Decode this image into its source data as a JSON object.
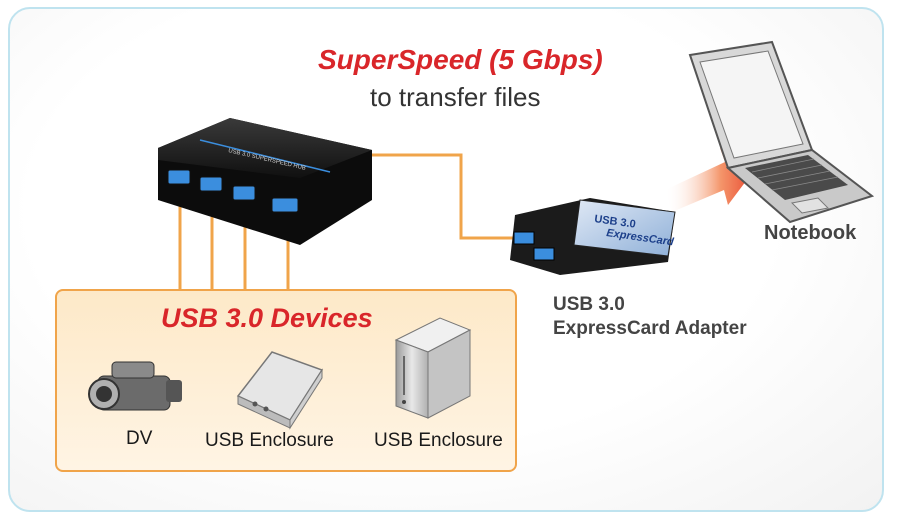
{
  "headline": "SuperSpeed (5 Gbps)",
  "subline": "to transfer files",
  "hub": {
    "label": "USB 3.0 SUPERSPEED HUB"
  },
  "devices_box": {
    "title": "USB 3.0 Devices",
    "devices": [
      {
        "label": "DV",
        "icon": "camcorder-icon"
      },
      {
        "label": "USB Enclosure",
        "icon": "usb-enclosure-flat-icon"
      },
      {
        "label": "USB Enclosure",
        "icon": "usb-enclosure-tower-icon"
      }
    ]
  },
  "adapter": {
    "card_text_1": "USB 3.0",
    "card_text_2": "ExpressCard",
    "label_line1": "USB 3.0",
    "label_line2": "ExpressCard Adapter"
  },
  "notebook": {
    "label": "Notebook"
  },
  "colors": {
    "accent_red": "#d9262a",
    "cable_orange": "#f0a44a",
    "hub_blue_port": "#3b8ede",
    "frame_border": "#bfe3ef"
  }
}
